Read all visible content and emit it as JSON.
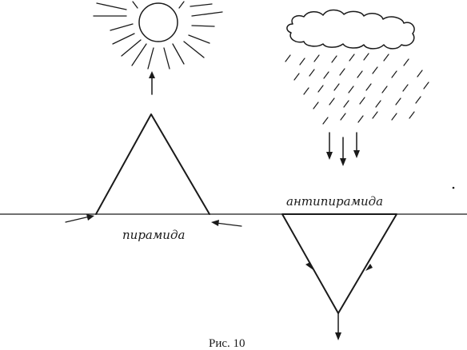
{
  "figure": {
    "pyramid_label": "пирамида",
    "antipyramid_label": "антипирамида",
    "caption": "Рис. 10"
  },
  "icons": {
    "sun": "sun-icon",
    "cloud": "cloud-icon",
    "rain": "rain-icon"
  },
  "colors": {
    "ink": "#1a1a1a",
    "background": "#ffffff"
  }
}
